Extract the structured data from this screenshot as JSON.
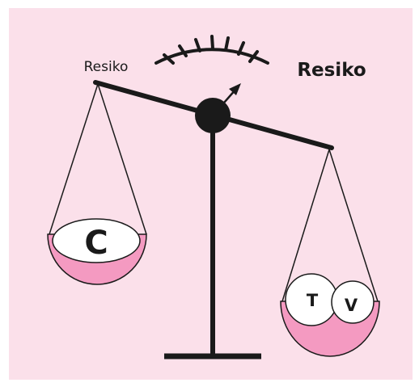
{
  "labels": {
    "left_risk": "Resiko",
    "right_risk": "Resiko",
    "left_pan_letter": "C",
    "right_pan_letter_1": "T",
    "right_pan_letter_2": "V"
  },
  "colors": {
    "panel_background": "#fbe0ea",
    "pan_fill": "#f49ac1",
    "stroke": "#1a1a1a",
    "ball_fill": "#ffffff"
  }
}
